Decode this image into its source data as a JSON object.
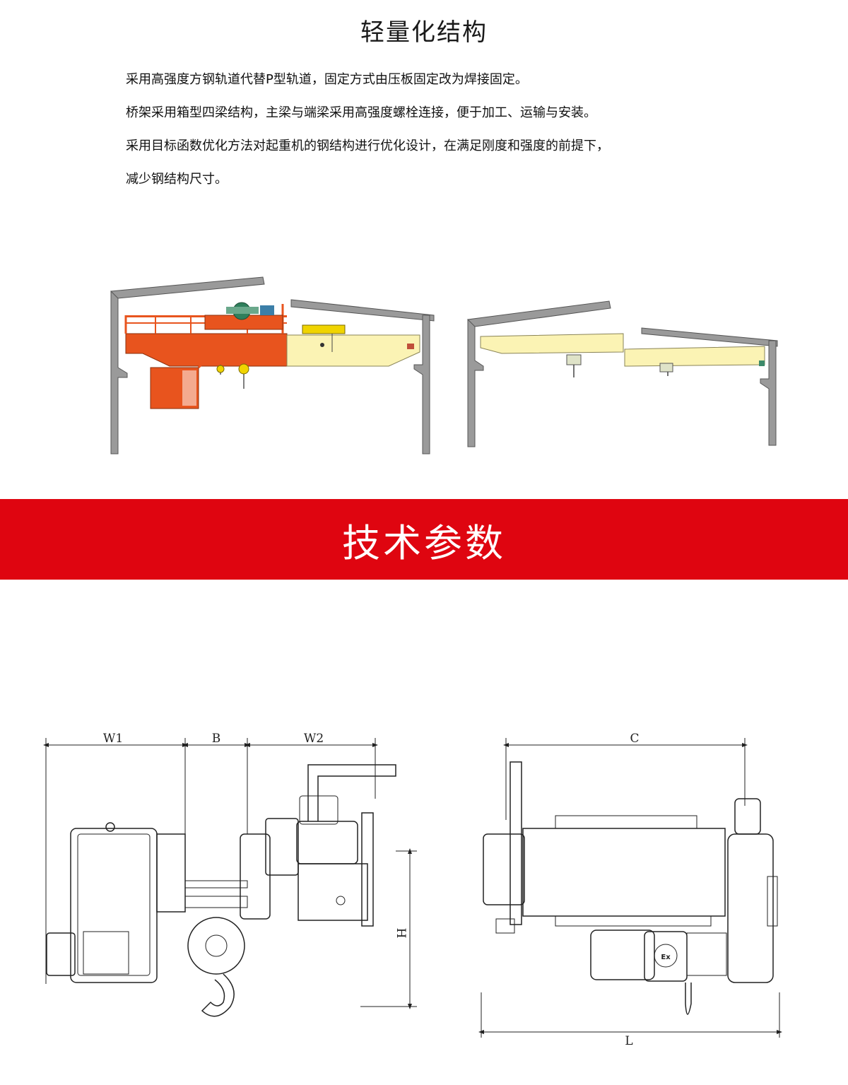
{
  "section": {
    "title": "轻量化结构",
    "paragraphs": [
      "采用高强度方钢轨道代替P型轨道，固定方式由压板固定改为焊接固定。",
      "桥架采用箱型四梁结构，主梁与端梁采用高强度螺栓连接，便于加工、运输与安装。",
      "采用目标函数优化方法对起重机的钢结构进行优化设计，在满足刚度和强度的前提下，",
      "减少钢结构尺寸。"
    ]
  },
  "colors": {
    "accent_red": "#df0510",
    "old_structure_orange": "#e8541e",
    "new_structure_yellow": "#fbf3b4",
    "building_grey": "#9a9a9a"
  },
  "banner": {
    "title": "技术参数"
  },
  "dimensions": {
    "front_view": {
      "w1": "W1",
      "b": "B",
      "w2": "W2",
      "h": "H"
    },
    "side_view": {
      "c": "C",
      "l": "L",
      "badge": "Ex"
    }
  }
}
